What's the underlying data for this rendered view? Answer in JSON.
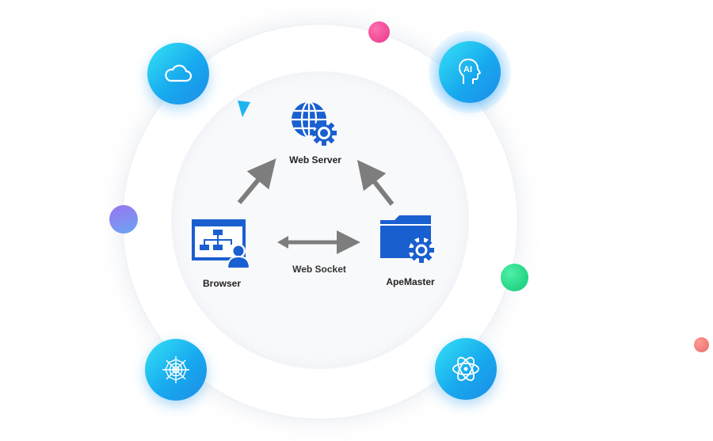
{
  "nodes": {
    "web_server": {
      "label": "Web Server"
    },
    "browser": {
      "label": "Browser"
    },
    "apemaster": {
      "label": "ApeMaster"
    }
  },
  "edges": {
    "browser_apemaster": {
      "label": "Web Socket"
    }
  },
  "badges": {
    "ai": {
      "text": "AI"
    }
  },
  "colors": {
    "badge_gradient_start": "#36e2f5",
    "badge_gradient_end": "#1e8de8",
    "node_icon_blue": "#1a5fcf",
    "arrow_gray": "#7d7d7d",
    "dot_pink": "#ee3f93",
    "dot_purple": "#8b7cf0",
    "dot_green": "#22d387",
    "dot_coral": "#f17b7b",
    "triangle_cyan": "#1fb4f0"
  }
}
